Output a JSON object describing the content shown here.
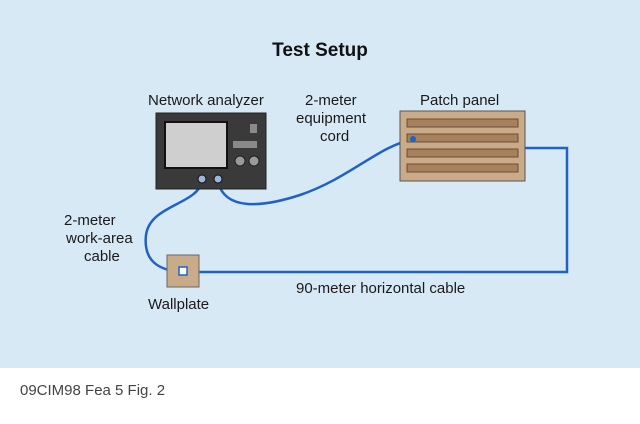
{
  "title": "Test Setup",
  "labels": {
    "network_analyzer": "Network analyzer",
    "patch_panel": "Patch panel",
    "equipment_cord": [
      "2-meter",
      "equipment",
      "cord"
    ],
    "work_area_cable": [
      "2-meter",
      "work-area",
      "cable"
    ],
    "wallplate": "Wallplate",
    "horizontal_cable": "90-meter horizontal cable"
  },
  "footer": "09CIM98 Fea 5 Fig. 2",
  "colors": {
    "background": "#d7e9f5",
    "cable": "#1e62c9",
    "analyzer_body": "#3a3a3a",
    "analyzer_screen": "#cfcfcf",
    "patch_panel": "#c9ab8a",
    "patch_panel_strip": "#a7805c",
    "wallplate": "#c9ab8a"
  }
}
